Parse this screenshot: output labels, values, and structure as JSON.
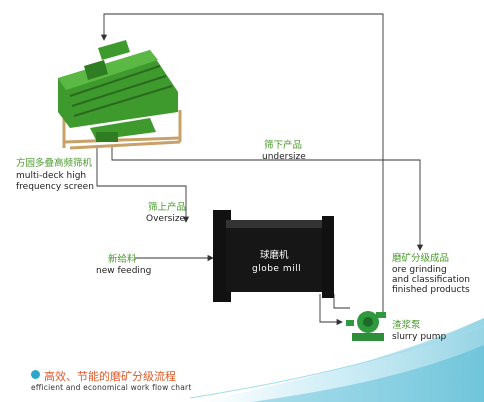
{
  "nodes": {
    "screen": {
      "cn": "方园多叠高频筛机",
      "en1": "multi-deck high",
      "en2": "frequency screen"
    },
    "undersize": {
      "cn": "筛下产品",
      "en": "undersize"
    },
    "oversize": {
      "cn": "筛上产品",
      "en": "Oversize"
    },
    "feeding": {
      "cn": "新给料",
      "en": "new feeding"
    },
    "mill": {
      "cn": "球磨机",
      "en": "globe mill"
    },
    "products": {
      "cn": "磨矿分级成品",
      "en1": "ore grinding",
      "en2": "and classification",
      "en3": "finished products"
    },
    "pump": {
      "cn": "渣浆泵",
      "en": "slurry pump"
    }
  },
  "footer": {
    "title_cn": "高效、节能的磨矿分级流程",
    "title_en": "efficient and economical work  flow chart"
  },
  "colors": {
    "machine_green": "#3f9a2e",
    "accent_blue": "#2ba8c9",
    "title_orange": "#e05a28",
    "line": "#333333"
  }
}
